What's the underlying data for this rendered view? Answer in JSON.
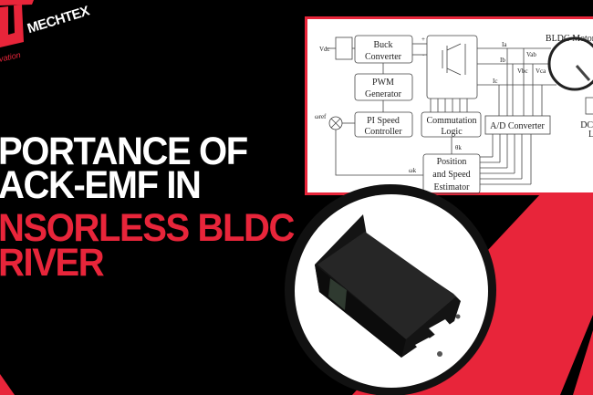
{
  "brand": {
    "name": "MECHTEX",
    "tagline_fragment": "vation",
    "colors": {
      "accent": "#e8253a",
      "background": "#000000",
      "text": "#ffffff"
    }
  },
  "headline": {
    "lines": [
      {
        "text": "PORTANCE OF",
        "color": "white"
      },
      {
        "text": "ACK-EMF IN",
        "color": "white"
      },
      {
        "text": "NSORLESS BLDC",
        "color": "red"
      },
      {
        "text": "RIVER",
        "color": "red"
      }
    ]
  },
  "diagram": {
    "blocks": {
      "buck": [
        "Buck",
        "Converter"
      ],
      "pwm": [
        "PWM",
        "Generator"
      ],
      "pi": [
        "PI Speed",
        "Controller"
      ],
      "commutation": [
        "Commutation",
        "Logic"
      ],
      "adc": "A/D Converter",
      "estimator": [
        "Position",
        "and Speed",
        "Estimator"
      ],
      "motor": "BLDC Motor",
      "load": [
        "DC G",
        "L"
      ]
    },
    "signals": {
      "vdc": "Vdc",
      "wref": "ωref",
      "wk": "ωk",
      "theta": "θk",
      "ia": "Ia",
      "ib": "Ib",
      "ic": "Ic",
      "vab": "Vab",
      "vbc": "Vbc",
      "vca": "Vca",
      "plus": "+",
      "minus": "-"
    }
  },
  "product_image": {
    "icon": "bldc-driver-box"
  }
}
